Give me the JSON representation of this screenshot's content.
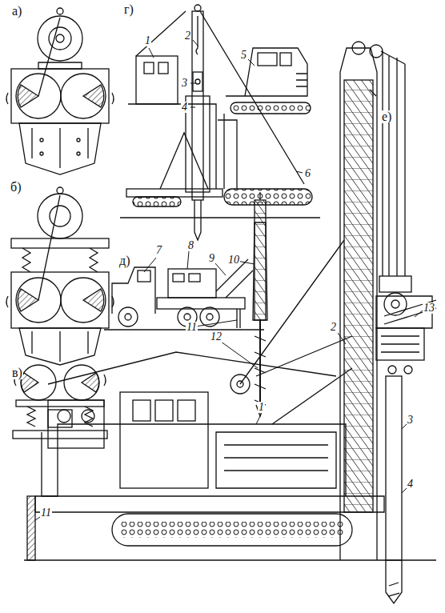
{
  "diagram": {
    "labels": [
      "а)",
      "г)",
      "1",
      "2",
      "3",
      "4",
      "5",
      "6",
      "б)",
      "е)",
      "д)",
      "7",
      "8",
      "9",
      "10",
      "11",
      "12",
      "2",
      "13",
      "3",
      "в)",
      "1",
      "4",
      "11"
    ]
  }
}
